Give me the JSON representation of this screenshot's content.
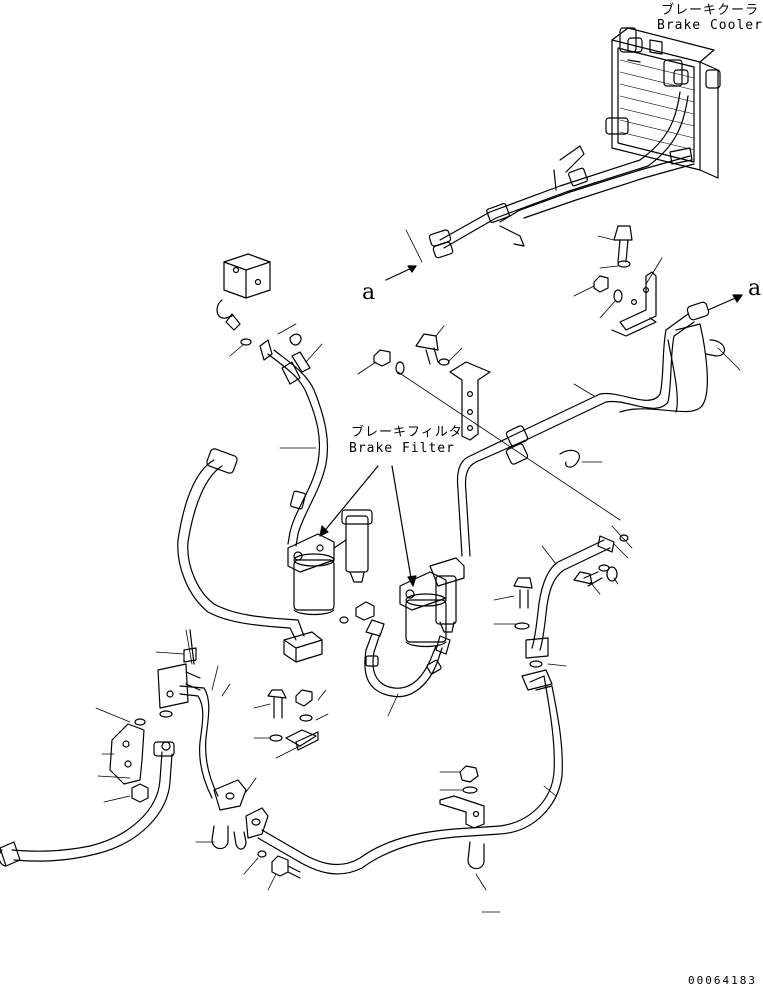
{
  "labels": {
    "brake_cooler_jp": "ブレーキクーラ",
    "brake_cooler_en": "Brake Cooler",
    "brake_filter_jp": "ブレーキフィルタ",
    "brake_filter_en": "Brake Filter",
    "callout_a_left": "a",
    "callout_a_right": "a"
  },
  "document_number": "00064183"
}
